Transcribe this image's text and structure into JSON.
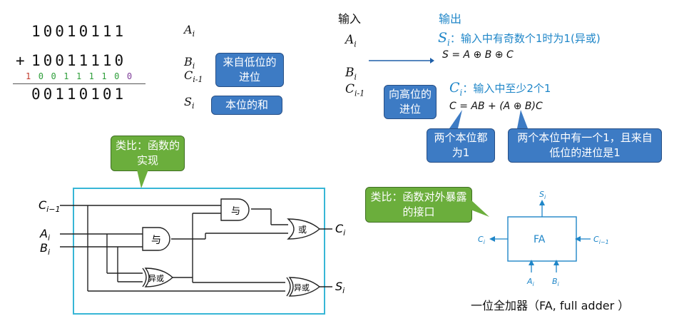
{
  "binary_add": {
    "row1": "10010111",
    "row2_op": "+",
    "row2": "10011110",
    "carries": [
      "1",
      "0",
      "0",
      "1",
      "1",
      "1",
      "1",
      "0",
      "0"
    ],
    "result": "00110101"
  },
  "vars_left": {
    "a": "A",
    "a_sub": "i",
    "b": "B",
    "b_sub": "i",
    "c": "C",
    "c_sub": "i-1",
    "s": "S",
    "s_sub": "i"
  },
  "notes": {
    "carry_in": "来自低位的进位",
    "bit_sum": "本位的和",
    "carry_out": "向高位的进位",
    "both_one": "两个本位都为1",
    "one_and_carry": "两个本位中有一个1，且来自低位的进位是1",
    "analogy_function": "类比：函数的实现",
    "analogy_interface": "类比：函数对外暴露的接口"
  },
  "io": {
    "input_header": "输入",
    "output_header": "输出",
    "s_desc": "：输入中有奇数个1时为1(异或)",
    "c_desc": "：输入中至少2个1",
    "s_formula": "S = A ⊕ B ⊕ C",
    "c_formula": "C = AB + (A ⊕ B)C"
  },
  "circuit": {
    "and_label": "与",
    "or_label": "或",
    "xor_label": "异或",
    "in_c": "C",
    "in_c_sub": "i−1",
    "in_a": "A",
    "in_a_sub": "i",
    "in_b": "B",
    "in_b_sub": "i",
    "out_c": "C",
    "out_c_sub": "i",
    "out_s": "S",
    "out_s_sub": "i"
  },
  "fa": {
    "label": "FA",
    "s_top": "S",
    "s_top_sub": "i",
    "c_left": "C",
    "c_left_sub": "i",
    "c_right": "C",
    "c_right_sub": "i−1",
    "a": "A",
    "a_sub": "i",
    "b": "B",
    "b_sub": "i",
    "caption": "一位全加器（FA, full adder ）"
  },
  "colors": {
    "accent": "#1f86c8",
    "note_blue": "#3d7bc4",
    "note_green": "#6bae3c",
    "box": "#37b6d6"
  }
}
